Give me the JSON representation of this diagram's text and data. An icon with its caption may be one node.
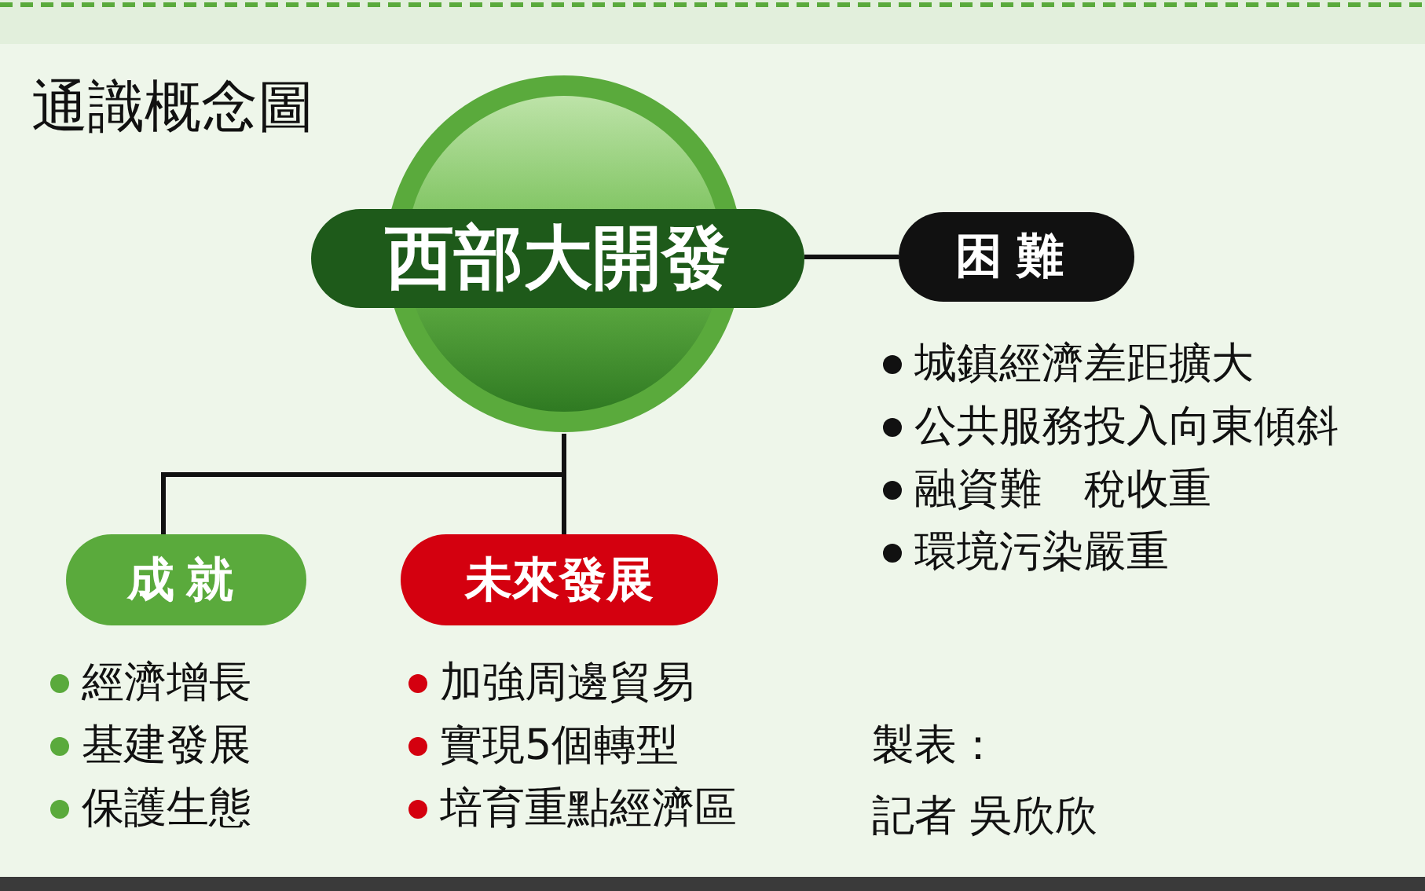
{
  "diagram": {
    "title": "通識概念圖",
    "nodes": [
      {
        "text": [
          "西部大開發"
        ]
      },
      {
        "text": [
          "困難"
        ],
        "beside": [
          "城鎮經濟差距擴大",
          "公共服務投入向東傾斜",
          "融資難　稅收重",
          "環境污染嚴重"
        ]
      },
      {
        "text": [
          "成就"
        ],
        "beside": [
          "經濟增長",
          "基建發展",
          "保護生態"
        ]
      },
      {
        "text": [
          "未來發展"
        ],
        "beside": [
          "加強周邊貿易",
          "實現5個轉型",
          "培育重點經濟區"
        ]
      }
    ],
    "edges": [
      {
        "from": 0,
        "to": 1,
        "arrow": "none"
      },
      {
        "from": 0,
        "to": 2,
        "arrow": "none"
      },
      {
        "from": 0,
        "to": 3,
        "arrow": "none"
      }
    ],
    "labels": [
      "製表：",
      "記者 吳欣欣"
    ]
  }
}
